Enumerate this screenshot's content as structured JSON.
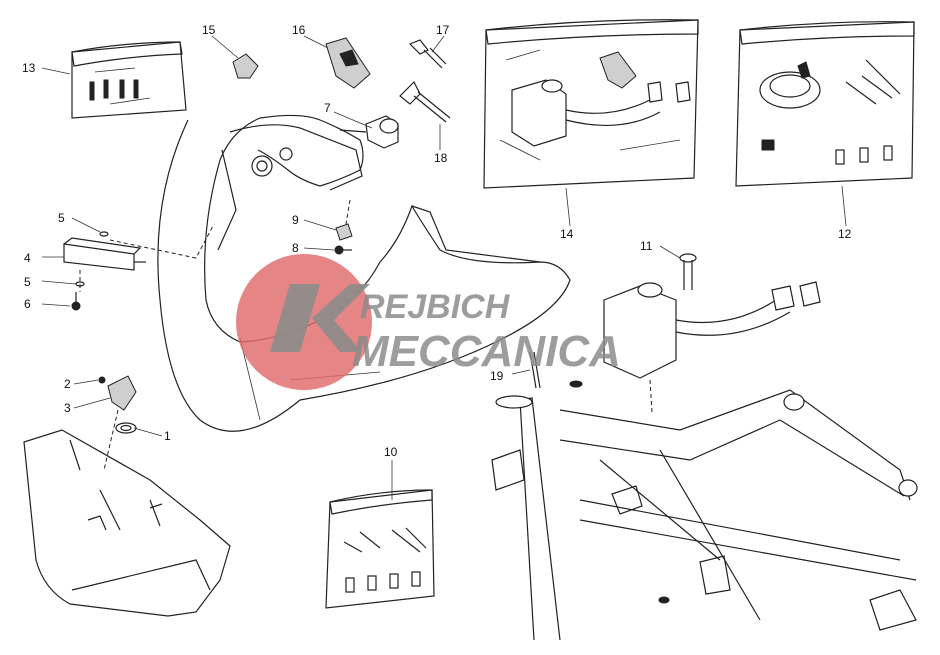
{
  "callouts": {
    "c1": "1",
    "c2": "2",
    "c3": "3",
    "c4": "4",
    "c5a": "5",
    "c5b": "5",
    "c6": "6",
    "c7": "7",
    "c8": "8",
    "c9": "9",
    "c10": "10",
    "c11": "11",
    "c12": "12",
    "c13": "13",
    "c14": "14",
    "c15": "15",
    "c16": "16",
    "c17": "17",
    "c18": "18",
    "c19": "19"
  },
  "watermark": {
    "line1": "REJBICH",
    "line2": "MECCANICA"
  },
  "colors": {
    "watermark_red": "#e06a6a",
    "watermark_grey": "#8c8c8c",
    "line": "#222222"
  }
}
